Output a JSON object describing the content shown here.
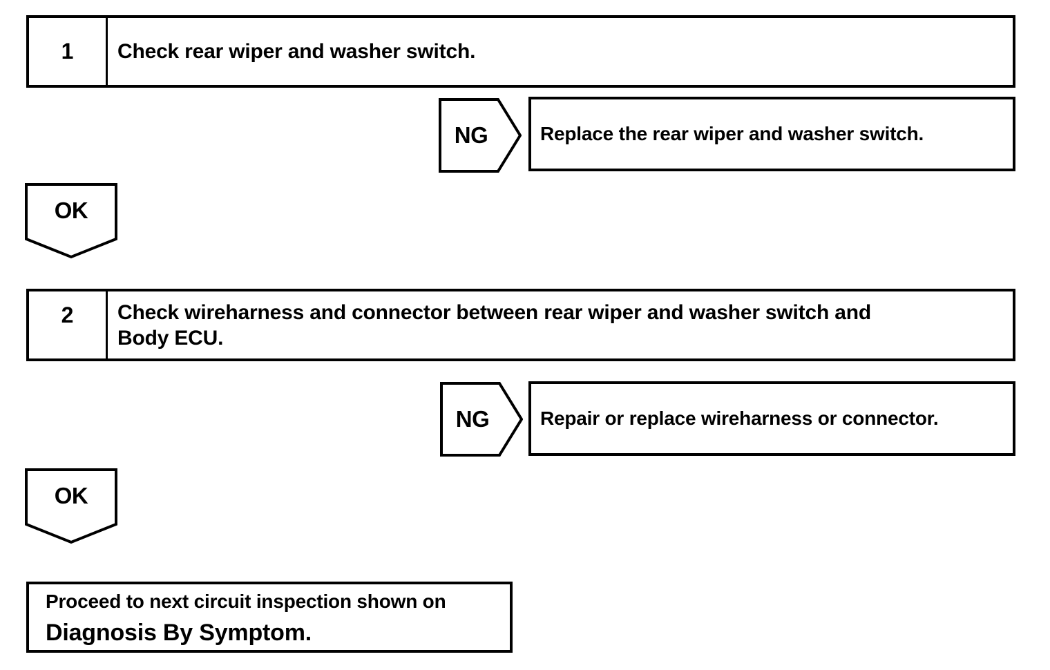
{
  "page": {
    "background_color": "#ffffff",
    "ink_color": "#000000"
  },
  "flowchart": {
    "steps": [
      {
        "number": "1",
        "instruction_lines": [
          "Check rear wiper and washer switch."
        ],
        "ng": {
          "label": "NG",
          "action": "Replace the rear wiper and washer switch."
        },
        "ok": {
          "label": "OK"
        }
      },
      {
        "number": "2",
        "instruction_lines": [
          "Check wireharness and connector between rear wiper and washer switch and",
          "Body ECU."
        ],
        "ng": {
          "label": "NG",
          "action": "Repair or replace wireharness or connector."
        },
        "ok": {
          "label": "OK"
        }
      }
    ],
    "terminal": {
      "line1": "Proceed to next circuit inspection shown on",
      "line2": "Diagnosis By Symptom."
    }
  }
}
